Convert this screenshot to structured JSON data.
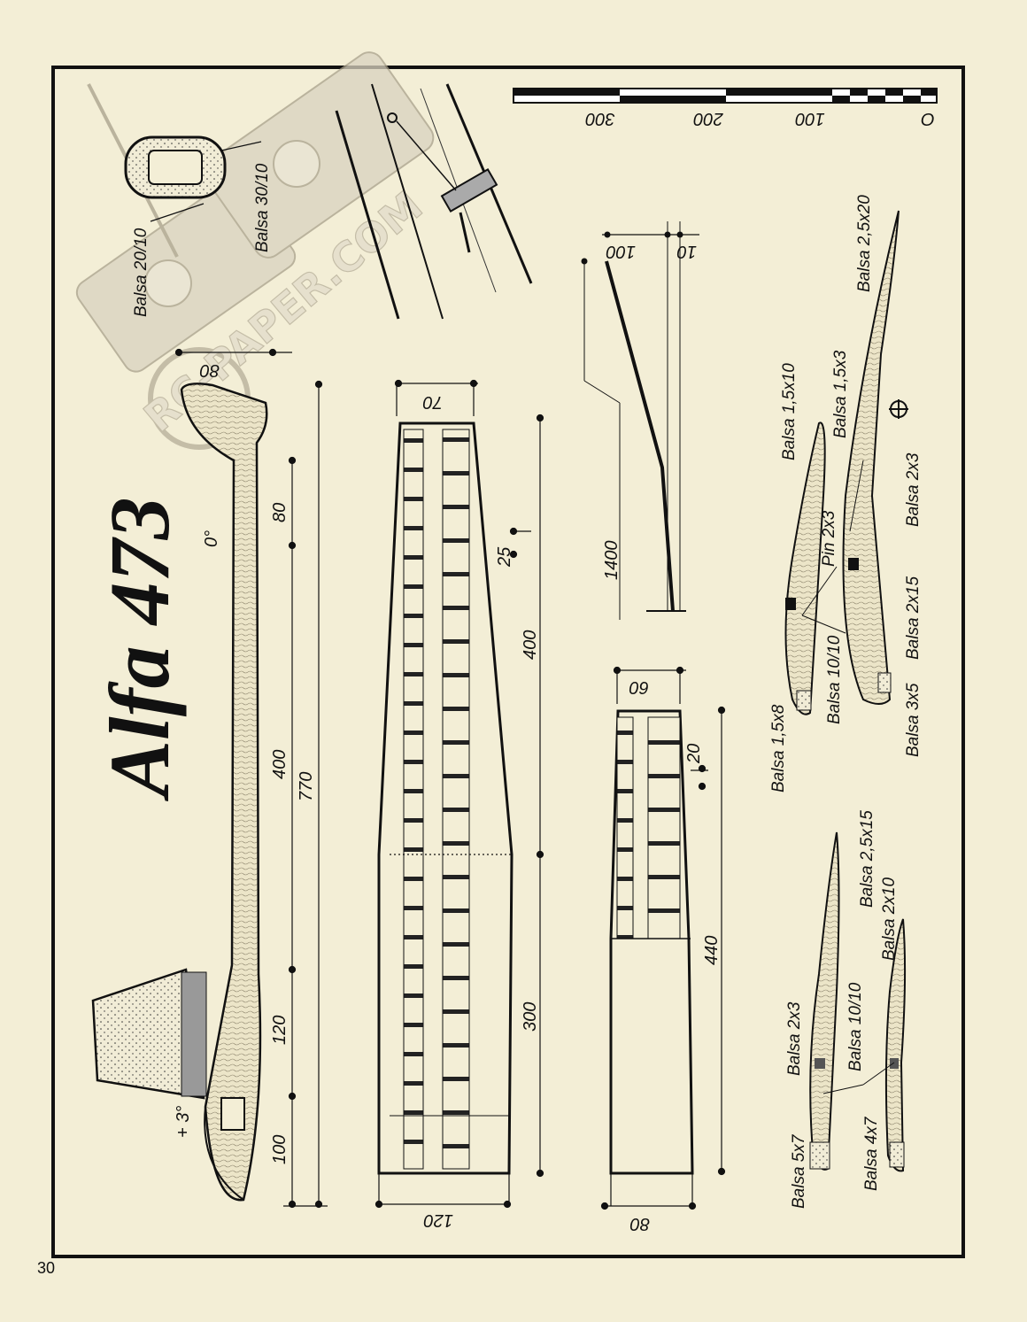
{
  "page": {
    "number": "30",
    "title": "Alfa 473",
    "watermark": "RC-PAPER.COM"
  },
  "scale_bar": {
    "labels": [
      "O",
      "100",
      "200",
      "300"
    ]
  },
  "fuselage": {
    "dims": [
      "80",
      "80",
      "400",
      "770",
      "120",
      "100"
    ],
    "angles": [
      "0°",
      "+ 3°"
    ]
  },
  "wing": {
    "dims": [
      "70",
      "25",
      "400",
      "300",
      "120",
      "1400",
      "100",
      "10"
    ]
  },
  "stabilizer": {
    "dims": [
      "60",
      "20",
      "440",
      "80"
    ]
  },
  "materials": {
    "top": [
      "Balsa 20/10",
      "Balsa 30/10"
    ],
    "wing_ribs": [
      "Balsa 2,5x20",
      "Balsa 1,5x3",
      "Balsa 1,5x10",
      "Balsa 2x3",
      "Pin 2x3",
      "Balsa 2x15",
      "Balsa 10/10",
      "Balsa 3x5",
      "Balsa 1,5x8"
    ],
    "tail_ribs": [
      "Balsa 2,5x15",
      "Balsa 2x10",
      "Balsa 10/10",
      "Balsa 2x3",
      "Balsa 5x7",
      "Balsa 4x7"
    ]
  },
  "colors": {
    "paper": "#f3eed6",
    "ink": "#111111",
    "wood": "#ddd6bc"
  }
}
